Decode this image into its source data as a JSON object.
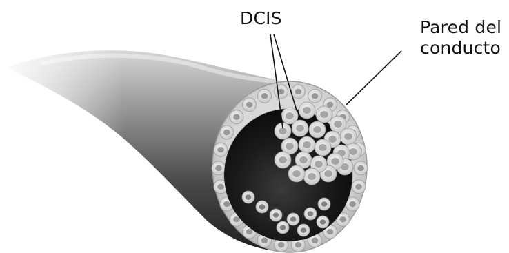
{
  "labels": {
    "dcis": "DCIS",
    "pared_line1": "Pared del",
    "pared_line2": "conducto"
  },
  "colors": {
    "background": "#ffffff",
    "leader_lines": "#111111",
    "duct_wall": "#cfcfcf",
    "cell_nucleus": "#8a8a8a",
    "lumen": "#1c1c1c"
  },
  "icons": {
    "illustration": "mammary-duct-cross-section"
  }
}
